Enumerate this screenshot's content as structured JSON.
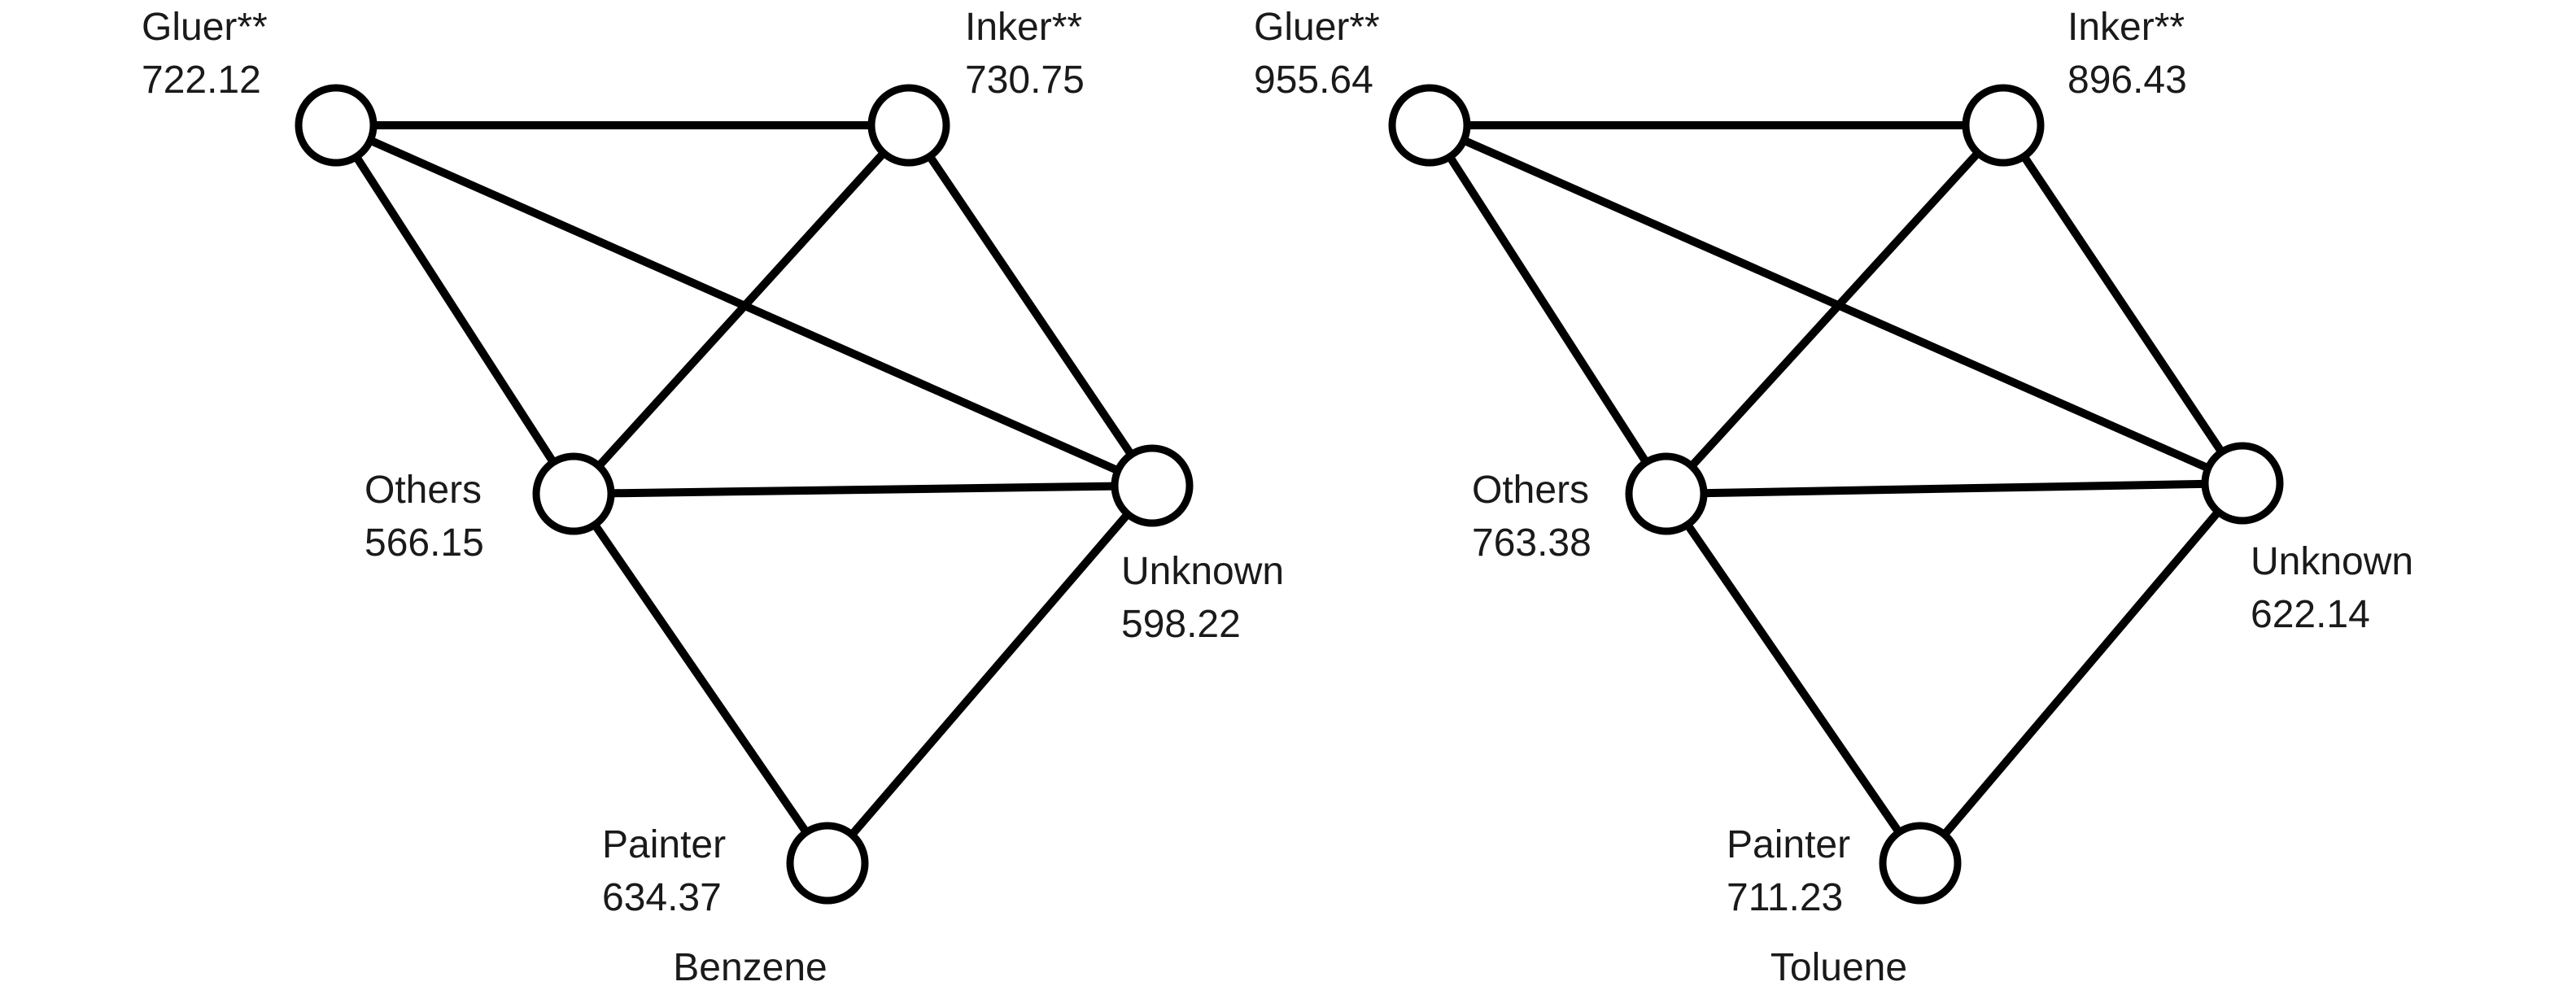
{
  "diagrams": [
    {
      "caption": "Benzene",
      "nodes": [
        {
          "id": "gluer",
          "name": "Gluer**",
          "value": "722.12"
        },
        {
          "id": "inker",
          "name": "Inker**",
          "value": "730.75"
        },
        {
          "id": "others",
          "name": "Others",
          "value": "566.15"
        },
        {
          "id": "unknown",
          "name": "Unknown",
          "value": "598.22"
        },
        {
          "id": "painter",
          "name": "Painter",
          "value": "634.37"
        }
      ],
      "edges": [
        [
          "gluer",
          "inker"
        ],
        [
          "gluer",
          "unknown"
        ],
        [
          "gluer",
          "others"
        ],
        [
          "inker",
          "others"
        ],
        [
          "inker",
          "unknown"
        ],
        [
          "others",
          "unknown"
        ],
        [
          "others",
          "painter"
        ],
        [
          "unknown",
          "painter"
        ]
      ]
    },
    {
      "caption": "Toluene",
      "nodes": [
        {
          "id": "gluer",
          "name": "Gluer**",
          "value": "955.64"
        },
        {
          "id": "inker",
          "name": "Inker**",
          "value": "896.43"
        },
        {
          "id": "others",
          "name": "Others",
          "value": "763.38"
        },
        {
          "id": "unknown",
          "name": "Unknown",
          "value": "622.14"
        },
        {
          "id": "painter",
          "name": "Painter",
          "value": "711.23"
        }
      ],
      "edges": [
        [
          "gluer",
          "inker"
        ],
        [
          "gluer",
          "unknown"
        ],
        [
          "gluer",
          "others"
        ],
        [
          "inker",
          "others"
        ],
        [
          "inker",
          "unknown"
        ],
        [
          "others",
          "unknown"
        ],
        [
          "others",
          "painter"
        ],
        [
          "unknown",
          "painter"
        ]
      ]
    }
  ]
}
